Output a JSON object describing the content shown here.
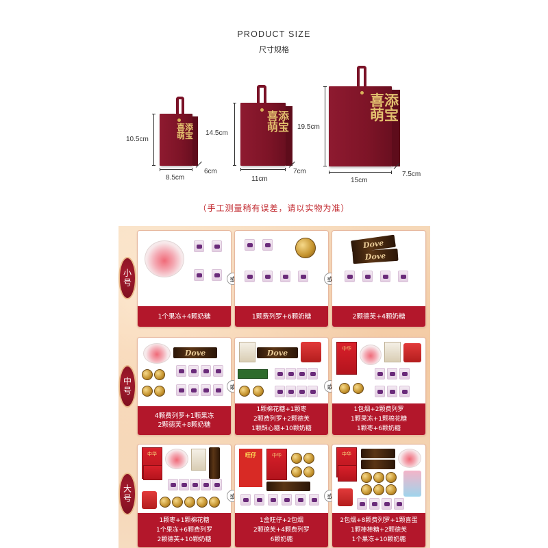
{
  "header": {
    "title_en": "PRODUCT SIZE",
    "title_cn": "尺寸规格"
  },
  "bags": [
    {
      "name": "small",
      "brand_text": "喜添萌宝",
      "height": "10.5cm",
      "width": "8.5cm",
      "depth": "6cm"
    },
    {
      "name": "medium",
      "brand_text": "喜添萌宝",
      "height": "14.5cm",
      "width": "11cm",
      "depth": "7cm"
    },
    {
      "name": "large",
      "brand_text": "喜添萌宝",
      "height": "19.5cm",
      "width": "15cm",
      "depth": "7.5cm"
    }
  ],
  "note": "（手工测量稍有误差，请以实物为准）",
  "sizes": [
    {
      "label": "小号"
    },
    {
      "label": "中号"
    },
    {
      "label": "大号"
    }
  ],
  "or_label": "或",
  "options": {
    "small": [
      [
        "1个果冻+4颗奶糖"
      ],
      [
        "1颗费列罗+6颗奶糖"
      ],
      [
        "2颗德芙+4颗奶糖"
      ]
    ],
    "medium": [
      [
        "4颗费列罗+1颗果冻",
        "2颗德芙+8颗奶糖"
      ],
      [
        "1颗棉花糖+1颗枣",
        "2颗费列罗+2颗德芙",
        "1颗酥心糖+10颗奶糖"
      ],
      [
        "1包烟+2颗费列罗",
        "1颗果冻+1颗棉花糖",
        "1颗枣+6颗奶糖"
      ]
    ],
    "large": [
      [
        "1颗枣+1颗棉花糖",
        "1个果冻+6颗费列罗",
        "2颗德芙+10颗奶糖"
      ],
      [
        "1盒旺仔+2包烟",
        "2颗德芙+4颗费列罗",
        "6颗奶糖"
      ],
      [
        "2包烟+8颗费列罗+1颗喜蛋",
        "1颗棒棒糖+2颗德芙",
        "1个果冻+10颗奶糖"
      ]
    ]
  },
  "product_labels": {
    "dove": "Dove",
    "zhonghua": "中华",
    "wangzai": "旺仔"
  },
  "colors": {
    "bag": "#7e1427",
    "accent_red": "#b3172b",
    "gold": "#e2bf6e",
    "panel_bg": "#f3c9a2"
  }
}
